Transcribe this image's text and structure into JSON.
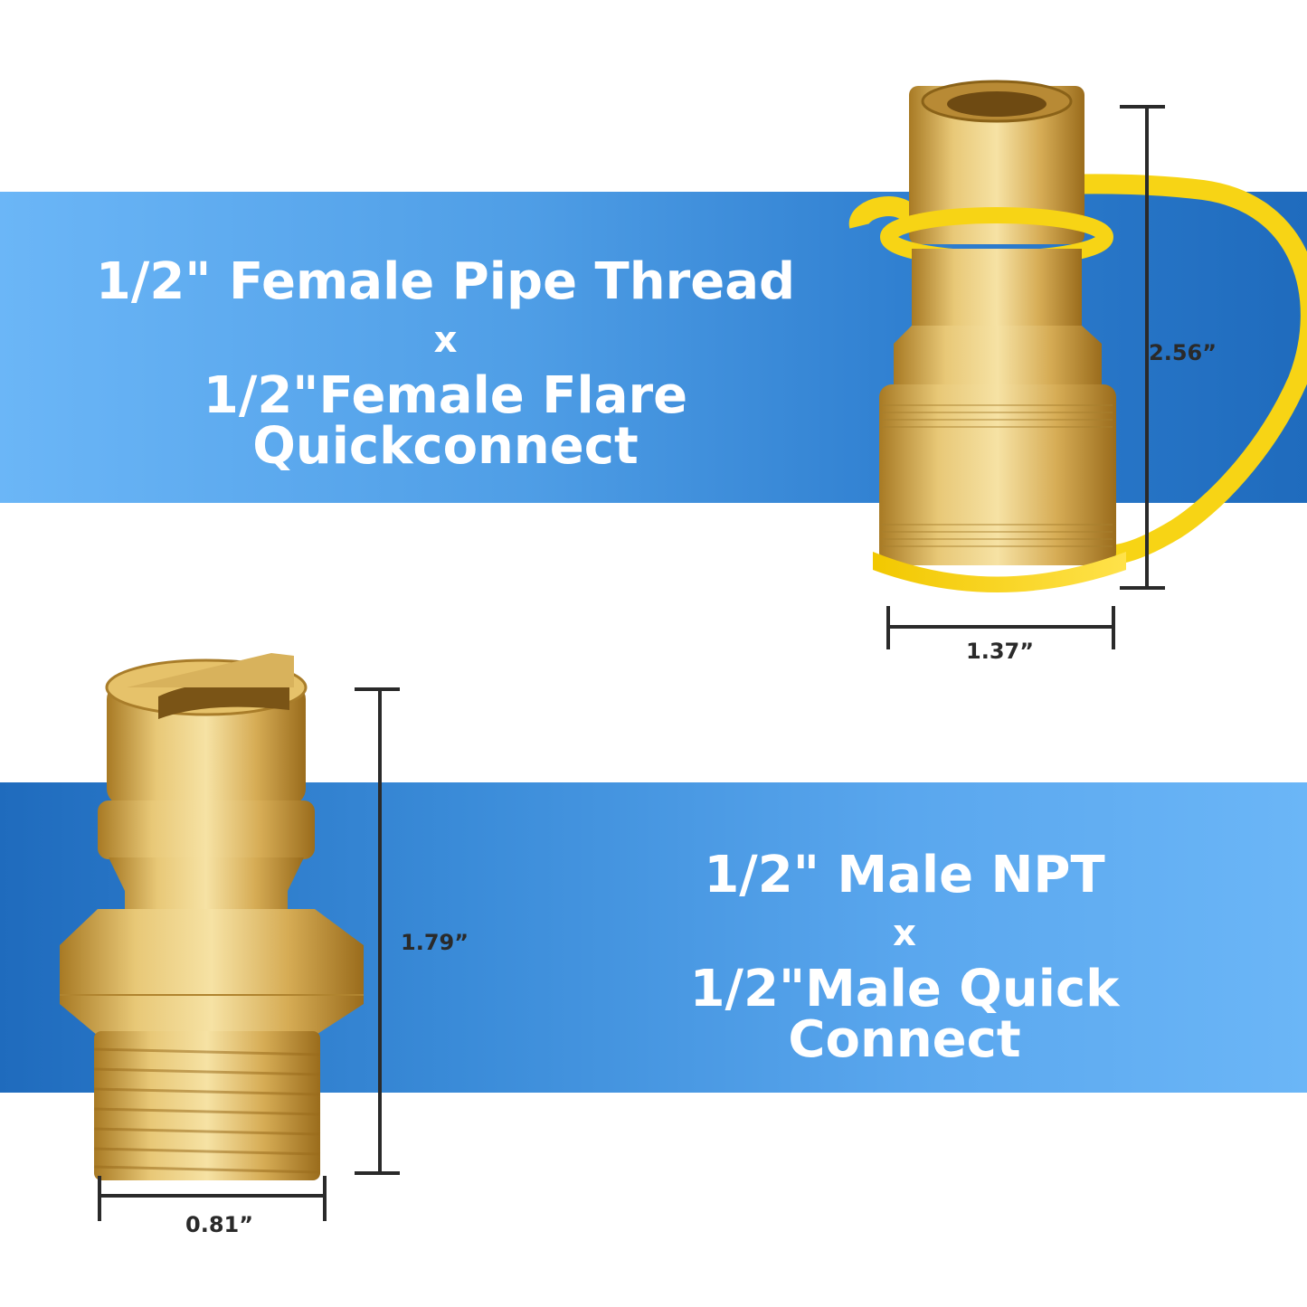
{
  "top_product": {
    "line1": "1/2\" Female Pipe Thread",
    "connector": "x",
    "line2": "1/2\"Female Flare Quickconnect",
    "height_label": "2.56”",
    "width_label": "1.37”"
  },
  "bottom_product": {
    "line1": "1/2\" Male NPT",
    "connector": "x",
    "line2": "1/2\"Male Quick Connect",
    "height_label": "1.79”",
    "width_label": "0.81”"
  },
  "colors": {
    "banner_light": "#6bb6f7",
    "banner_dark": "#1f6bbd",
    "brass": "#d9b25a",
    "cap_yellow": "#f5d21a",
    "dimension_line": "#2a2a2a"
  }
}
